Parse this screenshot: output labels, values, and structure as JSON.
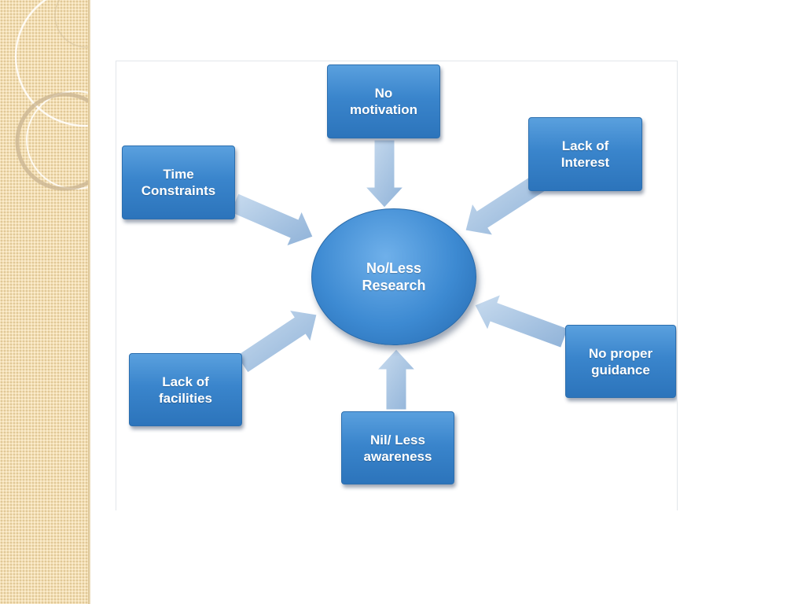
{
  "diagram": {
    "hub": "No/Less\nResearch",
    "causes": [
      {
        "id": "no-motivation",
        "label": "No\nmotivation"
      },
      {
        "id": "lack-of-interest",
        "label": "Lack of\nInterest"
      },
      {
        "id": "time-constraints",
        "label": "Time\nConstraints"
      },
      {
        "id": "no-proper-guidance",
        "label": "No proper\nguidance"
      },
      {
        "id": "lack-of-facilities",
        "label": "Lack of\nfacilities"
      },
      {
        "id": "nil-less-awareness",
        "label": "Nil/ Less\nawareness"
      }
    ]
  },
  "colors": {
    "box_blue": "#3a85cc",
    "arrow_blue": "#9fbfe0",
    "band_tan": "#f3dfb6"
  }
}
